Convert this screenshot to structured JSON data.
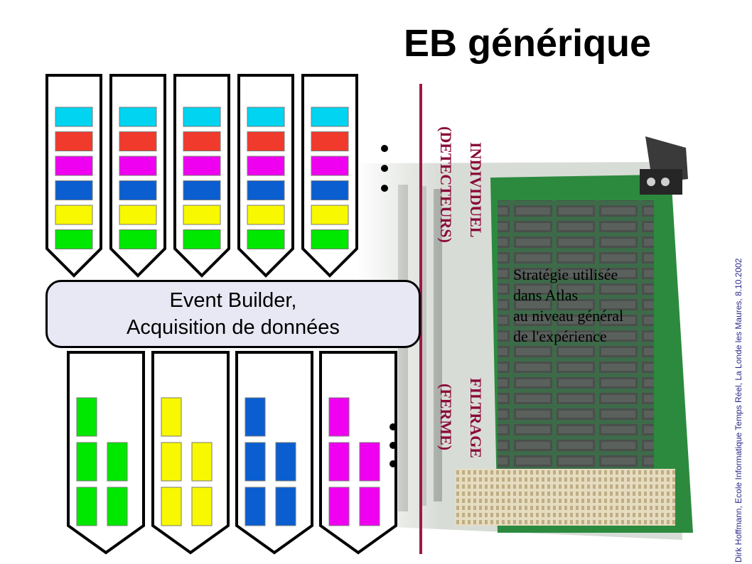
{
  "title": "EB générique",
  "event_builder": {
    "line1": "Event Builder,",
    "line2": "Acquisition de données"
  },
  "vertical_labels": {
    "individuel": "INDIVIDUEL",
    "detecteurs": "(DETECTEURS)",
    "filtrage": "FILTRAGE",
    "ferme": "(FERME)"
  },
  "strategy": {
    "line1": "Stratégie utilisée",
    "line2": "dans Atlas",
    "line3": "au niveau général",
    "line4": "de l'expérience"
  },
  "side_caption": "Dirk Hoffmann, Ecole Informatique Temps Réel, La Londe les Maures, 8.10.2002",
  "colors": {
    "cyan": "#00d4f0",
    "red": "#f03a2c",
    "magenta": "#f000f0",
    "blue": "#0a5ed0",
    "yellow": "#f8f800",
    "green": "#00e800",
    "divider": "#a01848",
    "vertical_text": "#8b0a3a",
    "eb_fill": "#e8e8f4"
  },
  "top_detector_colors": [
    "cyan",
    "red",
    "magenta",
    "blue",
    "yellow",
    "green"
  ],
  "bottom_farm_colors": [
    "green",
    "yellow",
    "blue",
    "magenta"
  ]
}
